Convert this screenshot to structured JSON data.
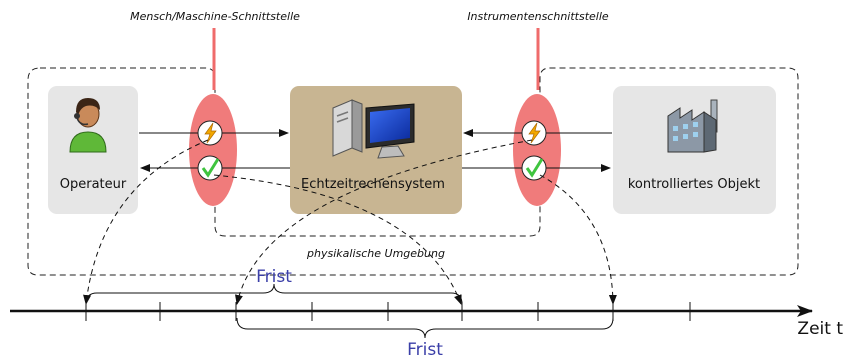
{
  "interfaces": {
    "hmi_label": "Mensch/Maschine-Schnittstelle",
    "instrument_label": "Instrumentenschnittstelle"
  },
  "nodes": {
    "operator": "Operateur",
    "realtime_system": "Echtzeitrechensystem",
    "controlled_object": "kontrolliertes Objekt"
  },
  "environment_label": "physikalische Umgebung",
  "deadlines": {
    "upper": "Frist",
    "lower": "Frist"
  },
  "axis": {
    "label": "Zeit t"
  },
  "colors": {
    "interface_red": "#f07b7b",
    "interface_line": "#ef6b6b",
    "box_grey": "#e6e6e6",
    "box_tan": "#c8b592",
    "deadline_blue": "#3b3fa8"
  }
}
